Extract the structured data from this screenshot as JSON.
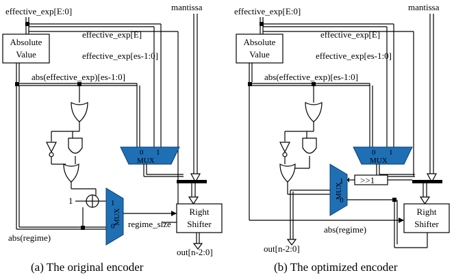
{
  "left": {
    "caption": "(a) The original encoder",
    "labels": {
      "effective_exp_all": "effective_exp[E:0]",
      "mantissa": "mantissa",
      "effective_exp_e": "effective_exp[E]",
      "effective_exp_es": "effective_exp[es-1:0]",
      "abs_es": "abs(effective_exp)[es-1:0]",
      "abs_regime": "abs(regime)",
      "regime_size": "regime_size",
      "out": "out[n-2:0]",
      "one": "1"
    },
    "blocks": {
      "absolute_value_line1": "Absolute",
      "absolute_value_line2": "Value",
      "right_shifter_line1": "Right",
      "right_shifter_line2": "Shifter",
      "mux_main": "MUX",
      "mux_main_in0": "0",
      "mux_main_in1": "1",
      "mux_side": "MUX",
      "mux_side_in0": "0",
      "mux_side_in1": "1"
    }
  },
  "right": {
    "caption": "(b) The optimized encoder",
    "labels": {
      "effective_exp_all": "effective_exp[E:0]",
      "mantissa": "mantissa",
      "effective_exp_e": "effective_exp[E]",
      "effective_exp_es": "effective_exp[es-1:0]",
      "abs_es": "abs(effective_exp)[es-1:0]",
      "abs_regime": "abs(regime)",
      "out": "out[n-2:0]",
      "shift": ">>1"
    },
    "blocks": {
      "absolute_value_line1": "Absolute",
      "absolute_value_line2": "Value",
      "right_shifter_line1": "Right",
      "right_shifter_line2": "Shifter",
      "mux_main": "MUX",
      "mux_main_in0": "0",
      "mux_main_in1": "1",
      "mux_side": "MUX",
      "mux_side_in0": "0",
      "mux_side_in1": "1"
    }
  },
  "colors": {
    "mux_fill": "#1f6fb5",
    "line": "#000000"
  }
}
